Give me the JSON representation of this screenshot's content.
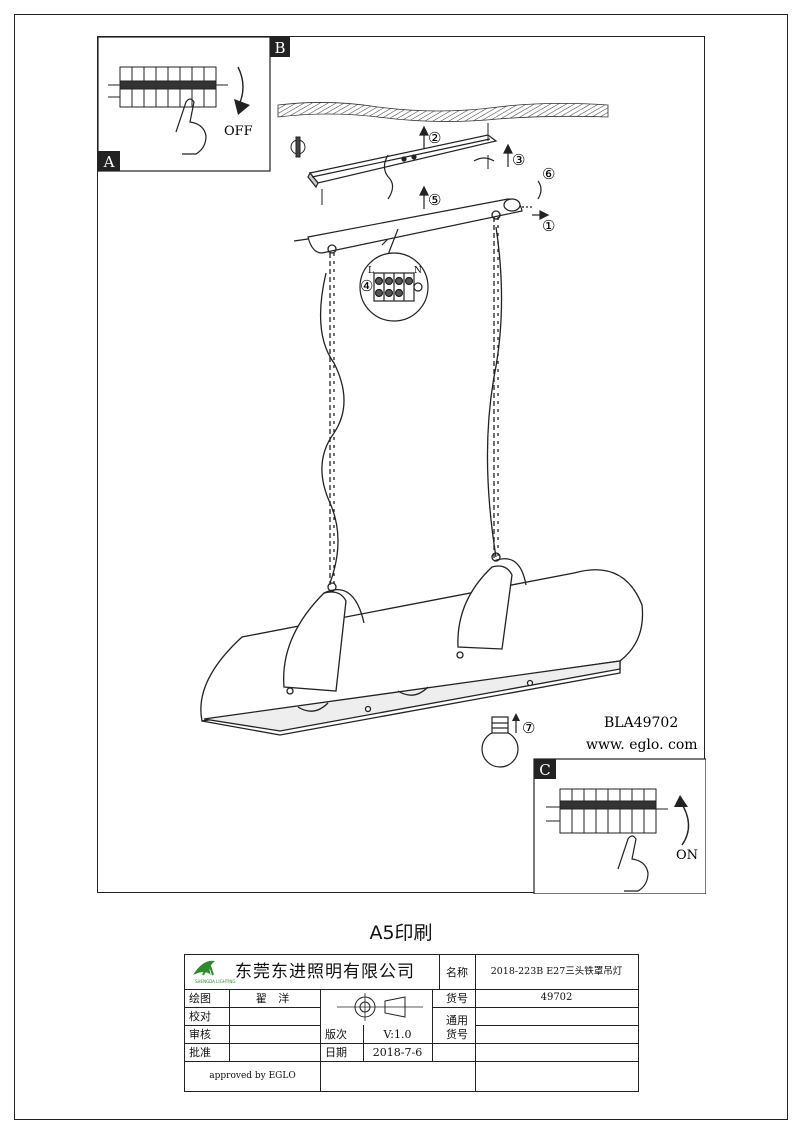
{
  "panels": {
    "a_label": "A",
    "b_label": "B",
    "c_label": "C",
    "off_text": "OFF",
    "on_text": "ON"
  },
  "steps": [
    "①",
    "②",
    "③",
    "④",
    "⑤",
    "⑥",
    "⑦"
  ],
  "terminal_letters": {
    "l": "L",
    "n": "N"
  },
  "product": {
    "code": "BLA49702",
    "website": "www. eglo. com"
  },
  "print_label": "A5印刷",
  "title_block": {
    "company": "东莞东进照明有限公司",
    "logo_sub": "SHENGDA LIGHTING",
    "name_label": "名称",
    "name_value": "2018-223B E27三头铁罩吊灯",
    "drawn_label": "绘图",
    "drawn_value": "翟 洋",
    "checked_label": "校对",
    "audit_label": "审核",
    "approve_label": "批准",
    "item_no_label": "货号",
    "item_no_value": "49702",
    "general_label": "通用\n货号",
    "version_label": "版次",
    "version_value": "V:1.0",
    "date_label": "日期",
    "date_value": "2018-7-6",
    "approved_by": "approved by EGLO"
  }
}
